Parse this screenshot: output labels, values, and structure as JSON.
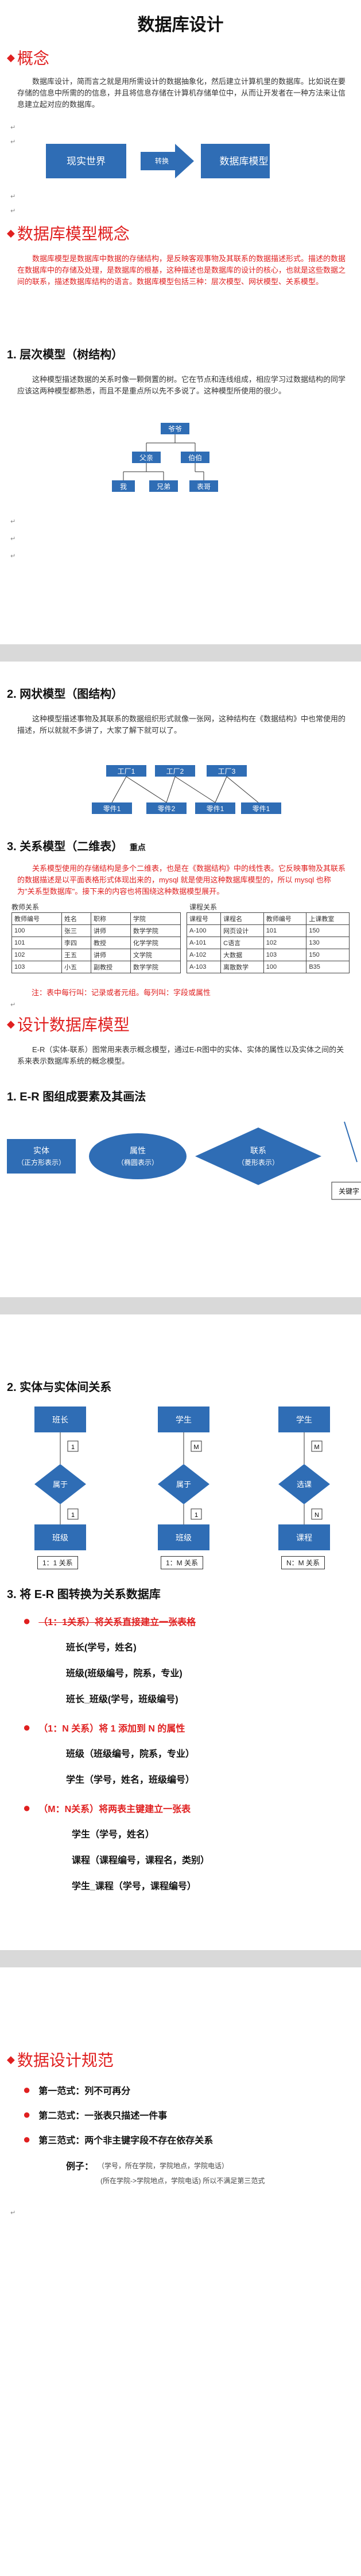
{
  "page1": {
    "title": "数据库设计",
    "concept_heading": "概念",
    "concept_para": "数据库设计，简而言之就是用所需设计的数据抽象化，然后建立计算机里的数据库。比如说在要存储的信息中所需的的信息，并且将信息存储在计算机存储单位中，从而让开发者在一种方法来让信息建立起对应的数据库。",
    "concept_flow": {
      "left": "现实世界",
      "arrow": "转换",
      "right": "数据库模型"
    },
    "model_heading": "数据库模型概念",
    "model_para": "数据库模型是数据库中数据的存储结构，是反映客观事物及其联系的数据描述形式。描述的数据在数据库中的存储及处理，是数据库的根基，这种描述也是数据库的设计的核心，也就是这些数据之间的联系，描述数据库结构的语言。数据库模型包括三种：层次模型、网状模型、关系模型。",
    "h_tree": "1. 层次模型（树结构）",
    "tree_para": "这种模型描述数据的关系时像一颗倒置的树。它在节点和连线组成，相应学习过数据结构的同学应该这两种模型都熟悉，而且不是重点所以先不多说了。这种模型所使用的很少。",
    "tree": {
      "root": "爷爷",
      "level2": [
        "父亲",
        "伯伯"
      ],
      "level3": [
        "我",
        "兄弟",
        "表哥"
      ]
    }
  },
  "page2": {
    "h_net": "2. 网状模型（图结构）",
    "net_para": "这种模型描述事物及其联系的数据组织形式就像一张网，这种结构在《数据结构》中也常使用的描述，所以就就不多讲了，大家了解下就可以了。",
    "net": {
      "top": [
        "工厂1",
        "工厂2",
        "工厂3"
      ],
      "bottom": [
        "零件1",
        "零件2",
        "零件1",
        "零件1"
      ]
    },
    "h_rel": "3. 关系模型（二维表）",
    "h_rel_badge": "重点",
    "rel_para": "关系模型使用的存储结构是多个二维表，也是在《数据结构》中的线性表。它反映事物及其联系的数据描述是以平面表格形式体现出来的，mysql 就是使用这种数据库模型的，所以 mysql 也称为\"关系型数据库\"。接下来的内容也将围绕这种数据模型展开。",
    "table1_caption": "教师关系",
    "table1_headers": [
      "教师编号",
      "姓名",
      "职称",
      "学院"
    ],
    "table1_rows": [
      [
        "100",
        "张三",
        "讲师",
        "数学学院"
      ],
      [
        "101",
        "李四",
        "教授",
        "化学学院"
      ],
      [
        "102",
        "王五",
        "讲师",
        "文学院"
      ],
      [
        "103",
        "小五",
        "副教授",
        "数学学院"
      ]
    ],
    "table2_caption": "课程关系",
    "table2_headers": [
      "课程号",
      "课程名",
      "教师编号",
      "上课教室"
    ],
    "table2_rows": [
      [
        "A-100",
        "网页设计",
        "101",
        "150"
      ],
      [
        "A-101",
        "C语言",
        "102",
        "130"
      ],
      [
        "A-102",
        "大数据",
        "103",
        "150"
      ],
      [
        "A-103",
        "离散数学",
        "100",
        "B35"
      ]
    ],
    "rel_note": "注：表中每行叫：记录或者元组。每列叫：字段或属性",
    "design_heading": "设计数据库模型",
    "design_para": "E-R（实体-联系）图常用来表示概念模型，通过E-R图中的实体、实体的属性以及实体之间的关系来表示数据库系统的概念模型。",
    "h_er": "1. E-R 图组成要素及其画法",
    "er": {
      "entity": "实体\n（正方形表示）",
      "attr": "属性\n（椭圆表示）",
      "rel": "联系\n（菱形表示）",
      "key_box": "关键字"
    }
  },
  "page3": {
    "h_entity_rel": "2. 实体与实体间关系",
    "diagrams": [
      {
        "top": "班长",
        "mid": "属于",
        "bottom": "班级",
        "n1": "1",
        "n2": "1",
        "caption": "1：1 关系"
      },
      {
        "top": "学生",
        "mid": "属于",
        "bottom": "班级",
        "n1": "M",
        "n2": "1",
        "caption": "1：M 关系"
      },
      {
        "top": "学生",
        "mid": "选课",
        "bottom": "课程",
        "n1": "M",
        "n2": "N",
        "caption": "N：M 关系"
      }
    ],
    "h_convert": "3. 将 E-R 图转换为关系数据库",
    "b1": "（1：1关系）将关系直接建立一张表格",
    "b1_l1": "班长(学号，姓名)",
    "b1_l2": "班级(班级编号，院系，专业)",
    "b1_l3": "班长_班级(学号，班级编号)",
    "b2": "（1：N 关系）将 1 添加到 N 的属性",
    "b2_l1": "班级（班级编号，院系，专业）",
    "b2_l2": "学生（学号，姓名，班级编号）",
    "b3": "（M：N关系）将两表主键建立一张表",
    "b3_l1": "学生（学号，姓名）",
    "b3_l2": "课程（课程编号，课程名，类别）",
    "b3_l3": "学生_课程（学号，课程编号）"
  },
  "page4": {
    "norm_heading": "数据设计规范",
    "n1": "第一范式：列不可再分",
    "n2": "第二范式：一张表只描述一件事",
    "n3": "第三范式：两个非主键字段不存在依存关系",
    "example_label": "例子：",
    "example_l1": "（学号，所在学院，学院地点，学院电话）",
    "example_l2": "(所在学院->学院地点，学院电话) 所以不满足第三范式"
  },
  "colors": {
    "accent_red": "#e02020",
    "diagram_blue": "#2f6db5",
    "page_bg": "#d9d9d9"
  }
}
